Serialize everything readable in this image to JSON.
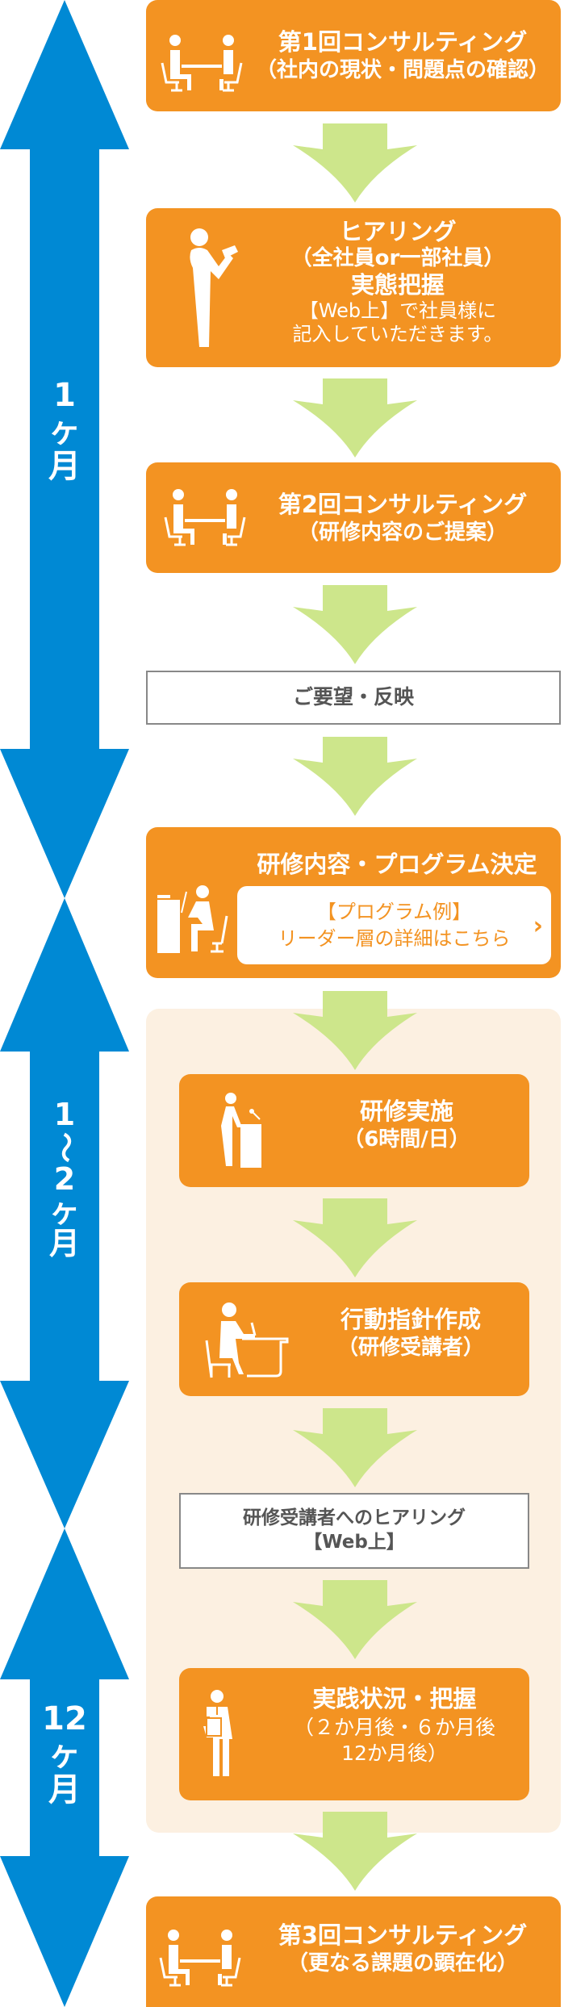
{
  "colors": {
    "orange": "#F39322",
    "blue": "#0089D4",
    "green": "#CDE68B",
    "beige": "#FCF0E1",
    "gray_text": "#555555"
  },
  "periods": [
    {
      "label_lines": [
        "1",
        "ヶ",
        "月"
      ]
    },
    {
      "label_lines": [
        "1",
        "〜",
        "2",
        "ヶ",
        "月"
      ]
    },
    {
      "label_lines": [
        "12",
        "ヶ",
        "月"
      ]
    }
  ],
  "steps": {
    "consult1": {
      "title": "第1回コンサルティング",
      "subtitle": "（社内の現状・問題点の確認）",
      "icon": "meeting-icon"
    },
    "hearing": {
      "title": "ヒアリング",
      "subtitle": "（全社員or一部社員）",
      "title2": "実態把握",
      "note1": "【Web上】で社員様に",
      "note2": "記入していただきます。",
      "icon": "person-reading-icon"
    },
    "consult2": {
      "title": "第2回コンサルティング",
      "subtitle": "（研修内容のご提案）",
      "icon": "meeting-icon"
    },
    "request": {
      "label": "ご要望・反映"
    },
    "program": {
      "title": "研修内容・プログラム決定",
      "link_line1": "【プログラム例】",
      "link_line2": "リーダー層の詳細はこちら",
      "icon": "desk-worker-icon"
    },
    "training": {
      "title": "研修実施",
      "subtitle": "（6時間/日）",
      "icon": "lecturer-icon"
    },
    "action": {
      "title": "行動指針作成",
      "subtitle": "（研修受講者）",
      "icon": "writing-icon"
    },
    "trainee_hearing": {
      "line1": "研修受講者へのヒアリング",
      "line2": "【Web上】"
    },
    "practice": {
      "title": "実践状況・把握",
      "sub1": "（２か月後・６か月後",
      "sub2": "12か月後）",
      "icon": "clipboard-person-icon"
    },
    "consult3": {
      "title": "第3回コンサルティング",
      "subtitle": "（更なる課題の顕在化）",
      "icon": "meeting-icon"
    }
  }
}
